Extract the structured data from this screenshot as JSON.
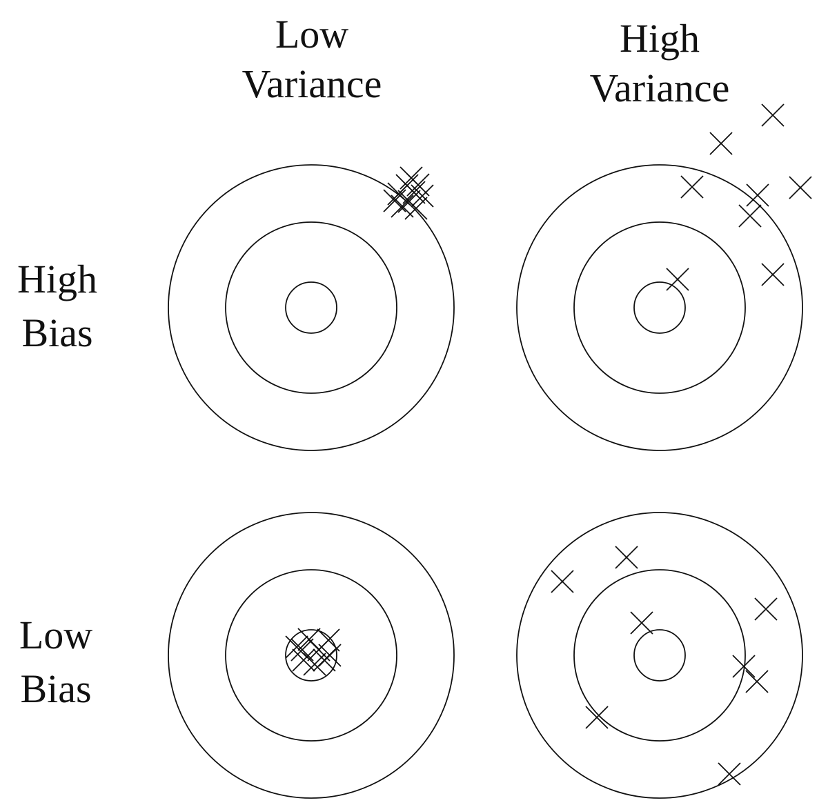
{
  "headers": {
    "columns": [
      {
        "line1": "Low",
        "line2": "Variance"
      },
      {
        "line1": "High",
        "line2": "Variance"
      }
    ],
    "rows": [
      {
        "line1": "High",
        "line2": "Bias"
      },
      {
        "line1": "Low",
        "line2": "Bias"
      }
    ]
  },
  "panels": [
    {
      "name": "high-bias-low-variance",
      "row": 0,
      "col": 0
    },
    {
      "name": "high-bias-high-variance",
      "row": 0,
      "col": 1
    },
    {
      "name": "low-bias-low-variance",
      "row": 1,
      "col": 0
    },
    {
      "name": "low-bias-high-variance",
      "row": 1,
      "col": 1
    }
  ],
  "colors": {
    "ink": "#111111",
    "background": "#ffffff"
  }
}
